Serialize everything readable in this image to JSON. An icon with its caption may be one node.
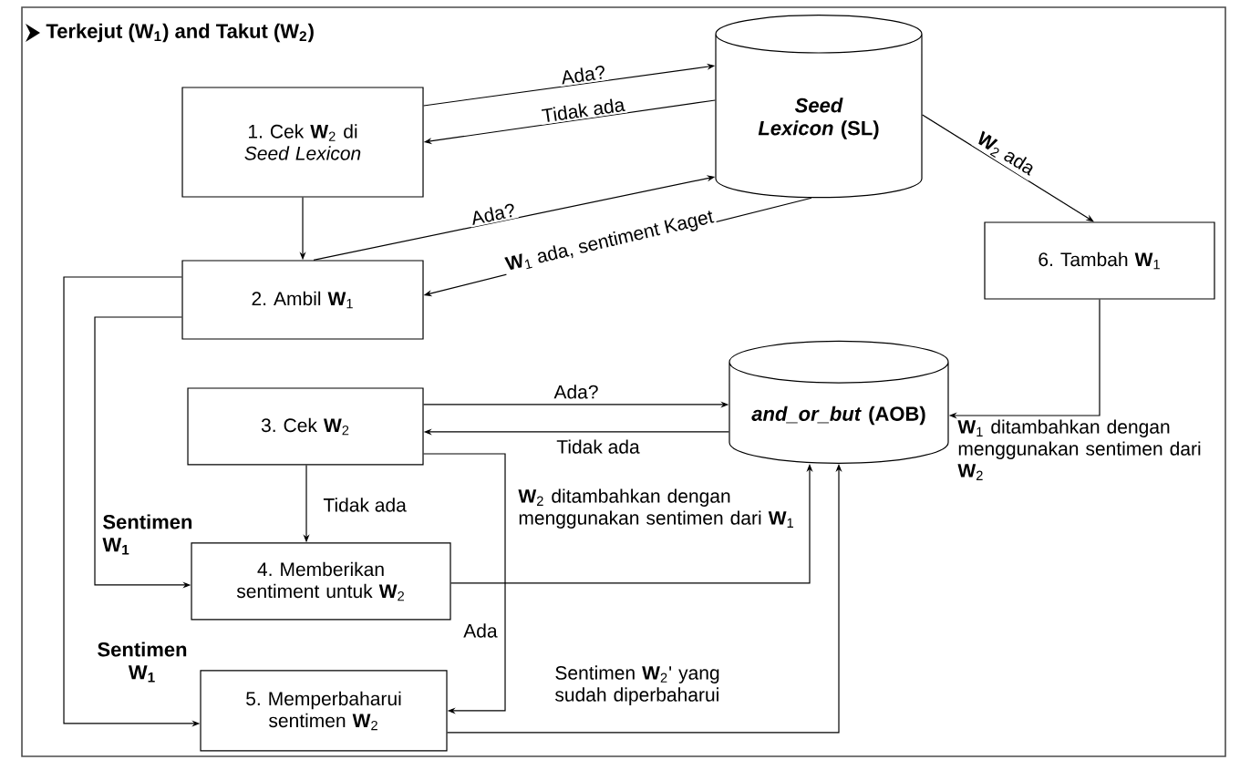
{
  "diagram": {
    "title": "Terkejut (W$_{1}$) and Takut (W$_{2}$)",
    "nodes": [
      {
        "text": [
          "1. Cek **W**$_{2}$ di *Seed Lexicon*"
        ]
      },
      {
        "text": [
          "*Seed Lexicon* (SL)"
        ]
      },
      {
        "text": [
          "2. Ambil **W**$_{1}$"
        ]
      },
      {
        "text": [
          "6. Tambah **W**$_{1}$"
        ]
      },
      {
        "text": [
          "*and_or_but* (AOB)"
        ]
      },
      {
        "text": [
          "3. Cek **W**$_{2}$"
        ]
      },
      {
        "text": [
          "4. Memberikan sentiment untuk **W**$_{2}$"
        ]
      },
      {
        "text": [
          "5. Memperbaharui sentimen **W**$_{2}$"
        ]
      }
    ],
    "edges": [
      {
        "from": 0,
        "to": 1,
        "arrow": "to",
        "label": "Ada?"
      },
      {
        "from": 1,
        "to": 0,
        "arrow": "to",
        "label": "Tidak ada"
      },
      {
        "from": 0,
        "to": 2,
        "arrow": "to"
      },
      {
        "from": 2,
        "to": 1,
        "arrow": "to",
        "label": "Ada?"
      },
      {
        "from": 1,
        "to": 2,
        "arrow": "to",
        "label": "**W**$_{1}$ ada, sentiment Kaget"
      },
      {
        "from": 1,
        "to": 3,
        "arrow": "to",
        "label": "**W**$_{2}$ ada"
      },
      {
        "from": 3,
        "to": 4,
        "arrow": "to",
        "label": "**W**$_{1}$ ditambahkan dengan menggunakan sentimen dari **W**$_{2}$"
      },
      {
        "from": 5,
        "to": 4,
        "arrow": "to",
        "label": "Ada?"
      },
      {
        "from": 4,
        "to": 5,
        "arrow": "to",
        "label": "Tidak ada"
      },
      {
        "from": 5,
        "to": 6,
        "arrow": "to",
        "label": "Tidak ada"
      },
      {
        "from": 2,
        "to": 6,
        "arrow": "to",
        "label": "Sentimen W$_{1}$"
      },
      {
        "from": 2,
        "to": 7,
        "arrow": "to",
        "label": "Sentimen W$_{1}$"
      },
      {
        "from": 5,
        "to": 7,
        "arrow": "to",
        "label": "Ada"
      },
      {
        "from": 6,
        "to": 4,
        "arrow": "to",
        "label": "**W**$_{2}$ ditambahkan dengan menggunakan sentimen dari **W**$_{1}$"
      },
      {
        "from": 7,
        "to": 4,
        "arrow": "to",
        "label": "Sentimen **W**$_{2}$' yang sudah diperbaharui"
      }
    ]
  }
}
